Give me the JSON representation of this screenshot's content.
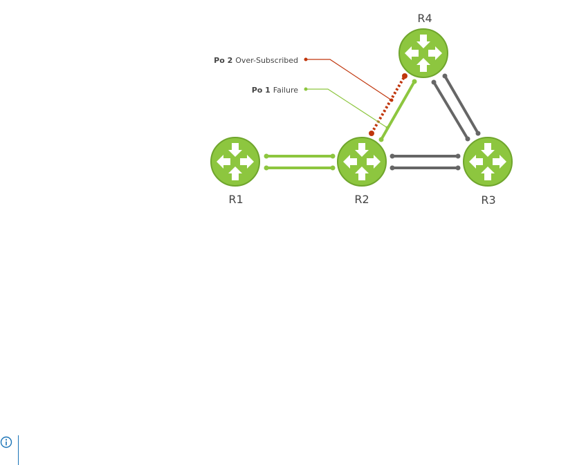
{
  "routers": [
    {
      "id": "r1",
      "label": "R1"
    },
    {
      "id": "r2",
      "label": "R2"
    },
    {
      "id": "r3",
      "label": "R3"
    },
    {
      "id": "r4",
      "label": "R4"
    }
  ],
  "callouts": {
    "po2": {
      "bold": "Po 2",
      "text": "Over-Subscribed"
    },
    "po1": {
      "bold": "Po 1",
      "text": "Failure"
    }
  },
  "colors": {
    "router_fill": "#8dc63f",
    "router_stroke": "#6fa52c",
    "link_green": "#8dc63f",
    "link_gray": "#666666",
    "link_red": "#c0360c",
    "note_blue": "#1a73b6"
  },
  "note": {
    "icon": "info-icon"
  }
}
